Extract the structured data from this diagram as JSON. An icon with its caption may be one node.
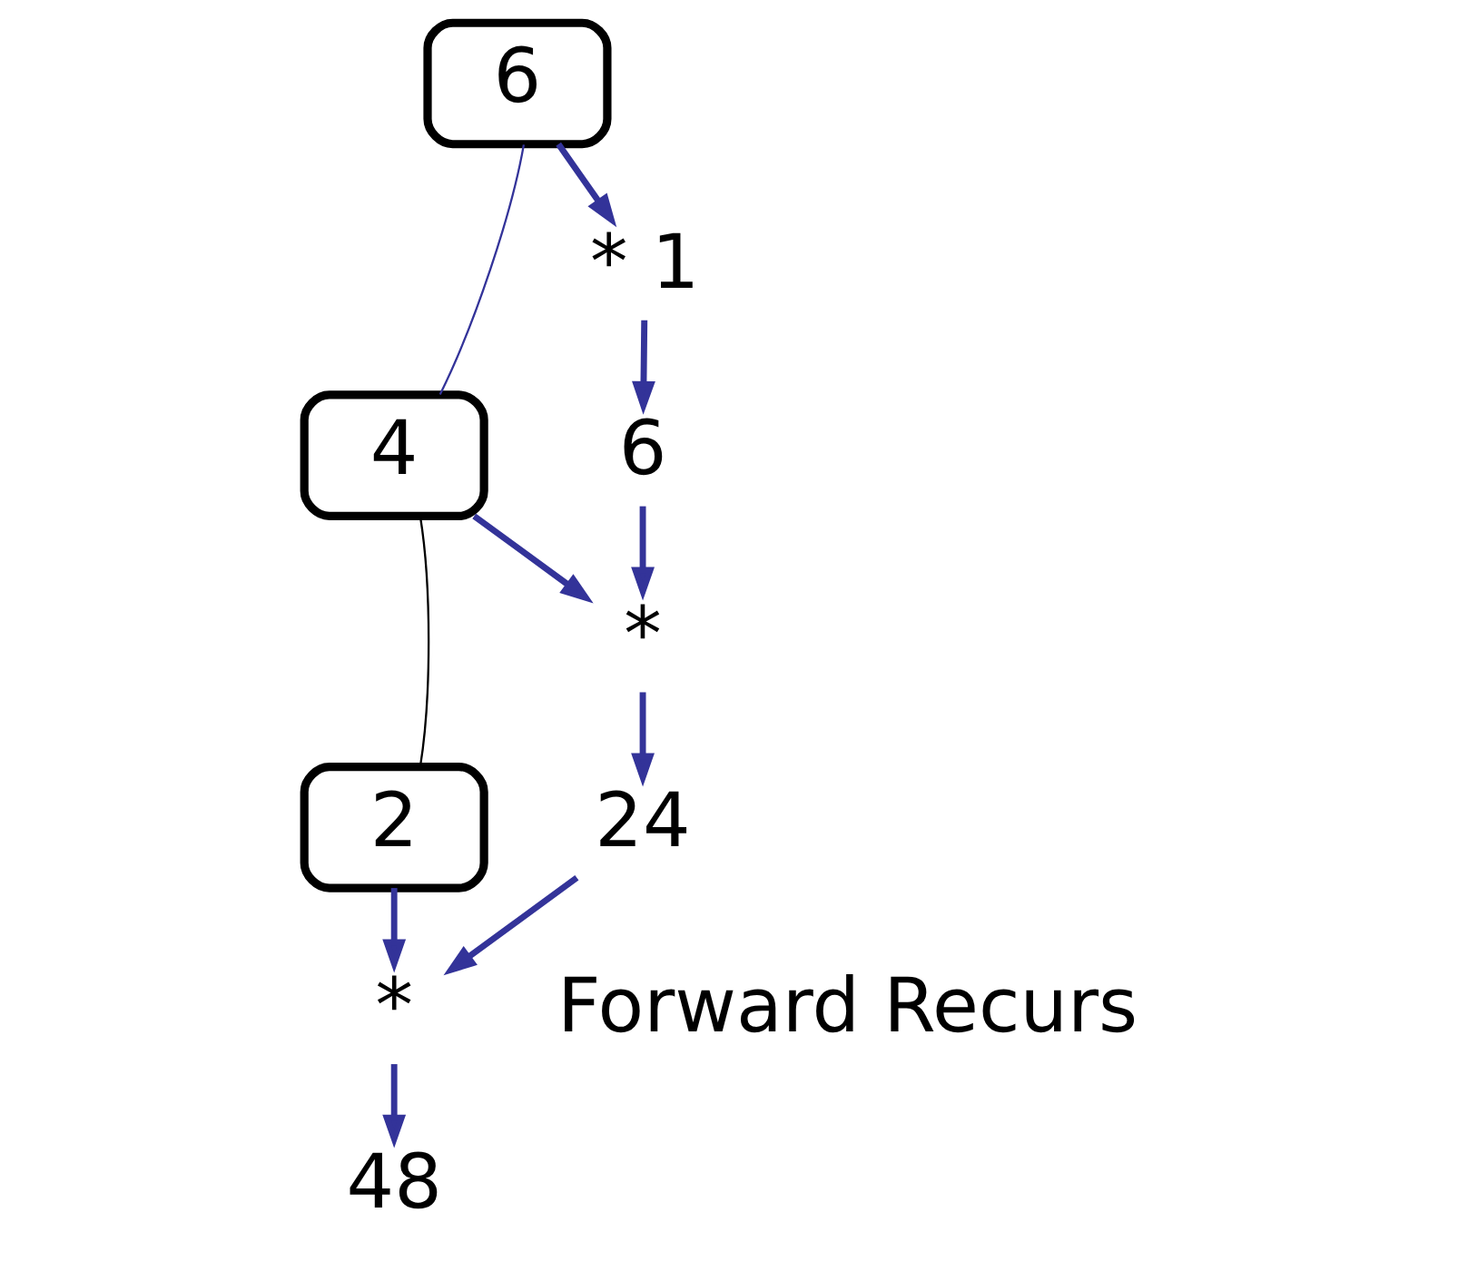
{
  "diagram": {
    "nodes": [
      {
        "text": [
          "2"
        ]
      },
      {
        "text": [
          "4"
        ]
      },
      {
        "text": [
          "6"
        ]
      },
      {
        "text": [
          "*"
        ]
      },
      {
        "text": [
          "48"
        ]
      },
      {
        "text": [
          "*"
        ]
      },
      {
        "text": [
          "24"
        ]
      },
      {
        "text": [
          "* 1"
        ]
      },
      {
        "text": [
          "6"
        ]
      }
    ],
    "edges": [
      {
        "from": 0,
        "to": 1,
        "arrow": "none",
        "color": "#000000"
      },
      {
        "from": 1,
        "to": 2,
        "arrow": "none"
      },
      {
        "from": 0,
        "to": 3,
        "arrow": "to"
      },
      {
        "from": 3,
        "to": 4,
        "arrow": "to"
      },
      {
        "from": 1,
        "to": 5,
        "arrow": "to"
      },
      {
        "from": 5,
        "to": 6,
        "arrow": "to"
      },
      {
        "from": 2,
        "to": 7,
        "arrow": "to"
      },
      {
        "from": 7,
        "to": 8,
        "arrow": "to"
      },
      {
        "from": 8,
        "to": 5,
        "arrow": "to"
      },
      {
        "from": 6,
        "to": 3,
        "arrow": "to"
      }
    ],
    "labels": [
      "Forward Recurs"
    ]
  }
}
